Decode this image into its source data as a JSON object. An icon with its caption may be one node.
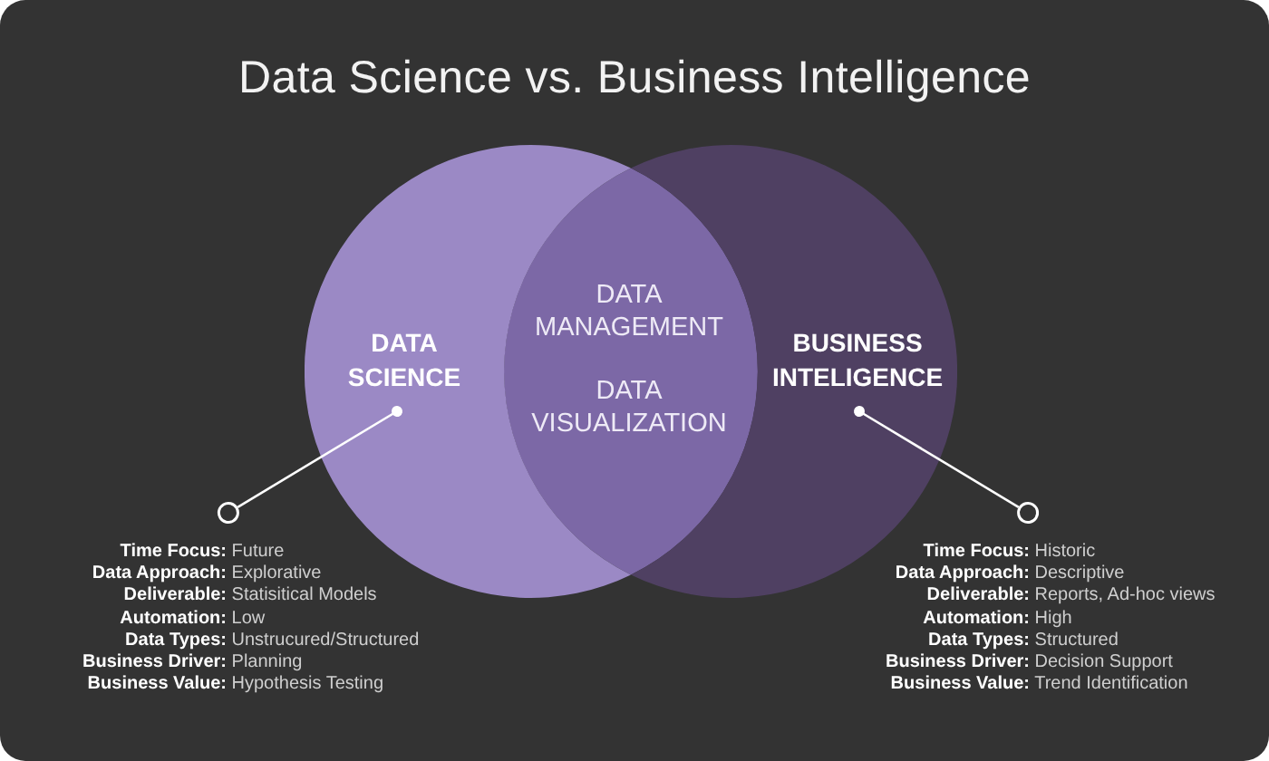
{
  "diagram": {
    "title": "Data Science vs. Business Intelligence",
    "nodes": [
      {
        "text": [
          "DATA SCIENCE"
        ]
      },
      {
        "text": [
          "DATA MANAGEMENT",
          "DATA VISUALIZATION"
        ]
      },
      {
        "text": [
          "BUSINESS INTELIGENCE"
        ]
      },
      {
        "text": [
          "**Time Focus:** Future",
          "**Data Approach:** Explorative",
          "**Deliverable:** Statisitical Models",
          "**Automation:** Low",
          "**Data Types:** Unstrucured/Structured",
          "**Business Driver:** Planning",
          "**Business Value:** Hypothesis Testing"
        ]
      },
      {
        "text": [
          "**Time Focus:** Historic",
          "**Data Approach:** Descriptive",
          "**Deliverable:** Reports, Ad-hoc views",
          "**Automation:** High",
          "**Data Types:** Structured",
          "**Business Driver:** Decision Support",
          "**Business Value:** Trend Identification"
        ]
      }
    ],
    "edges": [
      {
        "from": 3,
        "to": 0,
        "arrow": "other"
      },
      {
        "from": 4,
        "to": 2,
        "arrow": "other"
      }
    ]
  }
}
